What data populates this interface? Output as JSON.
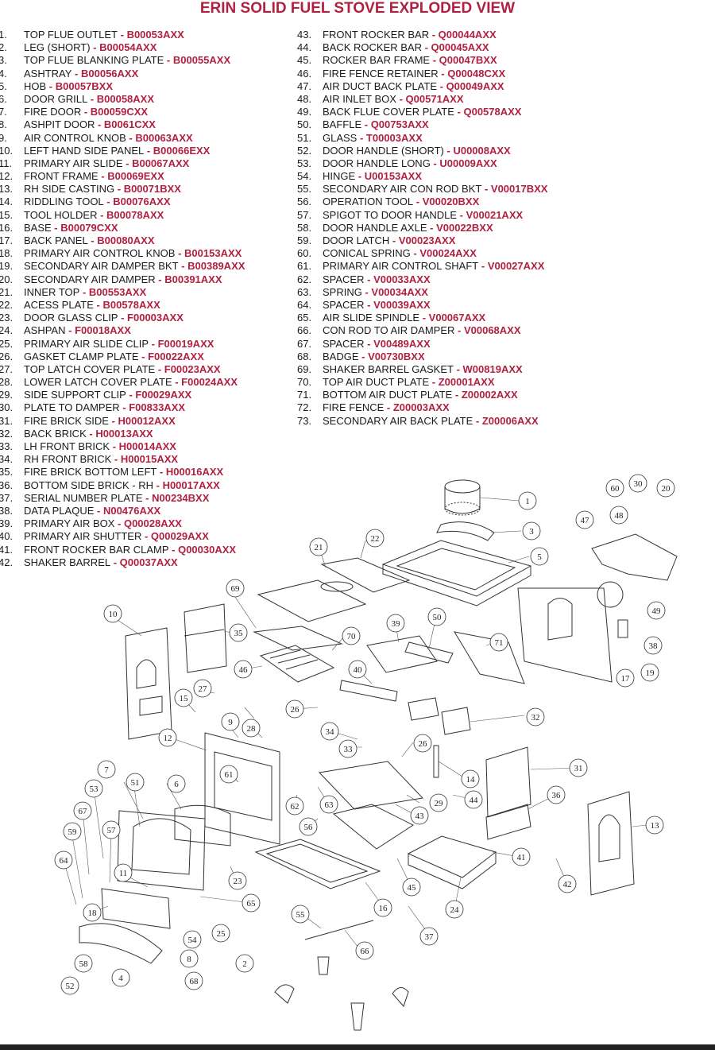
{
  "title": "ERIN SOLID FUEL STOVE EXPLODED VIEW",
  "parts_left": [
    {
      "num": "1.",
      "name": "TOP FLUE OUTLET",
      "code": "B00053AXX"
    },
    {
      "num": "2.",
      "name": "LEG (SHORT)",
      "code": "B00054AXX"
    },
    {
      "num": "3.",
      "name": "TOP FLUE BLANKING PLATE",
      "code": "B00055AXX"
    },
    {
      "num": "4.",
      "name": "ASHTRAY",
      "code": "B00056AXX"
    },
    {
      "num": "5.",
      "name": "HOB",
      "code": "B00057BXX"
    },
    {
      "num": "6.",
      "name": "DOOR GRILL",
      "code": "B00058AXX"
    },
    {
      "num": "7.",
      "name": "FIRE DOOR",
      "code": "B00059CXX"
    },
    {
      "num": "8.",
      "name": "ASHPIT DOOR",
      "code": "B0061CXX"
    },
    {
      "num": "9.",
      "name": "AIR CONTROL KNOB",
      "code": "B00063AXX"
    },
    {
      "num": "10.",
      "name": "LEFT HAND SIDE PANEL",
      "code": "B00066EXX"
    },
    {
      "num": "11.",
      "name": "PRIMARY AIR SLIDE",
      "code": "B00067AXX"
    },
    {
      "num": "12.",
      "name": "FRONT FRAME",
      "code": "B00069EXX"
    },
    {
      "num": "13.",
      "name": "RH SIDE CASTING",
      "code": "B00071BXX"
    },
    {
      "num": "14.",
      "name": "RIDDLING TOOL",
      "code": "B00076AXX"
    },
    {
      "num": "15.",
      "name": "TOOL HOLDER",
      "code": "B00078AXX"
    },
    {
      "num": "16.",
      "name": "BASE",
      "code": "B00079CXX"
    },
    {
      "num": "17.",
      "name": "BACK PANEL",
      "code": "B00080AXX"
    },
    {
      "num": "18.",
      "name": "PRIMARY AIR CONTROL KNOB",
      "code": "B00153AXX"
    },
    {
      "num": "19.",
      "name": "SECONDARY AIR DAMPER BKT",
      "code": "B00389AXX"
    },
    {
      "num": "20.",
      "name": "SECONDARY AIR DAMPER",
      "code": "B00391AXX"
    },
    {
      "num": "21.",
      "name": "INNER TOP",
      "code": "B00553AXX"
    },
    {
      "num": "22.",
      "name": "ACESS PLATE",
      "code": "B00578AXX"
    },
    {
      "num": "23.",
      "name": "DOOR GLASS CLIP",
      "code": "F00003AXX"
    },
    {
      "num": "24.",
      "name": "ASHPAN",
      "code": "F00018AXX"
    },
    {
      "num": "25.",
      "name": "PRIMARY AIR SLIDE CLIP",
      "code": "F00019AXX"
    },
    {
      "num": "26.",
      "name": "GASKET CLAMP PLATE",
      "code": "F00022AXX"
    },
    {
      "num": "27.",
      "name": "TOP LATCH COVER PLATE",
      "code": "F00023AXX"
    },
    {
      "num": "28.",
      "name": "LOWER LATCH COVER PLATE",
      "code": "F00024AXX"
    },
    {
      "num": "29.",
      "name": "SIDE SUPPORT CLIP",
      "code": "F00029AXX"
    },
    {
      "num": "30.",
      "name": "PLATE TO DAMPER",
      "code": "F00833AXX"
    },
    {
      "num": "31.",
      "name": "FIRE BRICK SIDE",
      "code": "H00012AXX"
    },
    {
      "num": "32.",
      "name": "BACK BRICK",
      "code": "H00013AXX"
    },
    {
      "num": "33.",
      "name": "LH FRONT BRICK",
      "code": "H00014AXX"
    },
    {
      "num": "34.",
      "name": "RH FRONT BRICK",
      "code": "H00015AXX"
    },
    {
      "num": "35.",
      "name": "FIRE BRICK BOTTOM LEFT",
      "code": "H00016AXX"
    },
    {
      "num": "36.",
      "name": "BOTTOM SIDE BRICK - RH",
      "code": "H00017AXX"
    },
    {
      "num": "37.",
      "name": "SERIAL NUMBER PLATE",
      "code": "N00234BXX"
    },
    {
      "num": "38.",
      "name": "DATA PLAQUE",
      "code": "N00476AXX"
    },
    {
      "num": "39.",
      "name": "PRIMARY AIR BOX",
      "code": "Q00028AXX"
    },
    {
      "num": "40.",
      "name": "PRIMARY AIR SHUTTER",
      "code": "Q00029AXX"
    },
    {
      "num": "41.",
      "name": "FRONT ROCKER BAR CLAMP",
      "code": "Q00030AXX"
    },
    {
      "num": "42.",
      "name": "SHAKER BARREL",
      "code": "Q00037AXX"
    }
  ],
  "parts_right": [
    {
      "num": "43.",
      "name": "FRONT ROCKER BAR",
      "code": "Q00044AXX"
    },
    {
      "num": "44.",
      "name": "BACK ROCKER BAR",
      "code": "Q00045AXX"
    },
    {
      "num": "45.",
      "name": "ROCKER BAR FRAME",
      "code": "Q00047BXX"
    },
    {
      "num": "46.",
      "name": "FIRE FENCE RETAINER",
      "code": "Q00048CXX"
    },
    {
      "num": "47.",
      "name": "AIR DUCT BACK PLATE",
      "code": "Q00049AXX"
    },
    {
      "num": "48.",
      "name": "AIR INLET BOX",
      "code": "Q00571AXX"
    },
    {
      "num": "49.",
      "name": "BACK FLUE COVER PLATE",
      "code": "Q00578AXX"
    },
    {
      "num": "50.",
      "name": "BAFFLE",
      "code": "Q00753AXX"
    },
    {
      "num": "51.",
      "name": "GLASS",
      "code": "T00003AXX"
    },
    {
      "num": "52.",
      "name": "DOOR HANDLE (SHORT)",
      "code": "U00008AXX"
    },
    {
      "num": "53.",
      "name": "DOOR HANDLE LONG",
      "code": "U00009AXX"
    },
    {
      "num": "54.",
      "name": "HINGE",
      "code": "U00153AXX"
    },
    {
      "num": "55.",
      "name": "SECONDARY AIR CON ROD BKT",
      "code": "V00017BXX"
    },
    {
      "num": "56.",
      "name": "OPERATION TOOL",
      "code": "V00020BXX"
    },
    {
      "num": "57.",
      "name": "SPIGOT TO DOOR HANDLE",
      "code": "V00021AXX"
    },
    {
      "num": "58.",
      "name": "DOOR HANDLE AXLE",
      "code": "V00022BXX"
    },
    {
      "num": "59.",
      "name": "DOOR LATCH",
      "code": "V00023AXX"
    },
    {
      "num": "60.",
      "name": "CONICAL SPRING",
      "code": "V00024AXX"
    },
    {
      "num": "61.",
      "name": "PRIMARY AIR CONTROL SHAFT",
      "code": "V00027AXX"
    },
    {
      "num": "62.",
      "name": "SPACER",
      "code": "V00033AXX"
    },
    {
      "num": "63.",
      "name": "SPRING",
      "code": "V00034AXX"
    },
    {
      "num": "64.",
      "name": "SPACER",
      "code": "V00039AXX"
    },
    {
      "num": "65.",
      "name": "AIR SLIDE SPINDLE",
      "code": "V00067AXX"
    },
    {
      "num": "66.",
      "name": "CON ROD TO AIR DAMPER",
      "code": "V00068AXX"
    },
    {
      "num": "67.",
      "name": "SPACER",
      "code": "V00489AXX"
    },
    {
      "num": "68.",
      "name": "BADGE",
      "code": "V00730BXX"
    },
    {
      "num": "69.",
      "name": "SHAKER BARREL GASKET",
      "code": "W00819AXX"
    },
    {
      "num": "70.",
      "name": "TOP AIR DUCT PLATE",
      "code": "Z00001AXX"
    },
    {
      "num": "71.",
      "name": "BOTTOM AIR DUCT PLATE",
      "code": "Z00002AXX"
    },
    {
      "num": "72.",
      "name": "FIRE FENCE",
      "code": "Z00003AXX"
    },
    {
      "num": "73.",
      "name": "SECONDARY AIR BACK PLATE",
      "code": "Z00006AXX"
    }
  ],
  "callouts": [
    "1",
    "2",
    "3",
    "4",
    "5",
    "6",
    "7",
    "8",
    "9",
    "10",
    "11",
    "12",
    "13",
    "14",
    "15",
    "16",
    "17",
    "18",
    "19",
    "20",
    "21",
    "22",
    "23",
    "24",
    "25",
    "26",
    "26",
    "27",
    "28",
    "29",
    "30",
    "31",
    "32",
    "33",
    "34",
    "35",
    "36",
    "37",
    "38",
    "39",
    "40",
    "41",
    "42",
    "43",
    "44",
    "45",
    "46",
    "47",
    "48",
    "49",
    "50",
    "51",
    "52",
    "53",
    "54",
    "55",
    "56",
    "57",
    "58",
    "59",
    "60",
    "61",
    "62",
    "63",
    "64",
    "65",
    "66",
    "67",
    "68",
    "69",
    "70",
    "71",
    "72"
  ],
  "colors": {
    "title": "#b0213f",
    "code": "#b0213f",
    "text": "#1a1a1a",
    "line": "#333333"
  }
}
